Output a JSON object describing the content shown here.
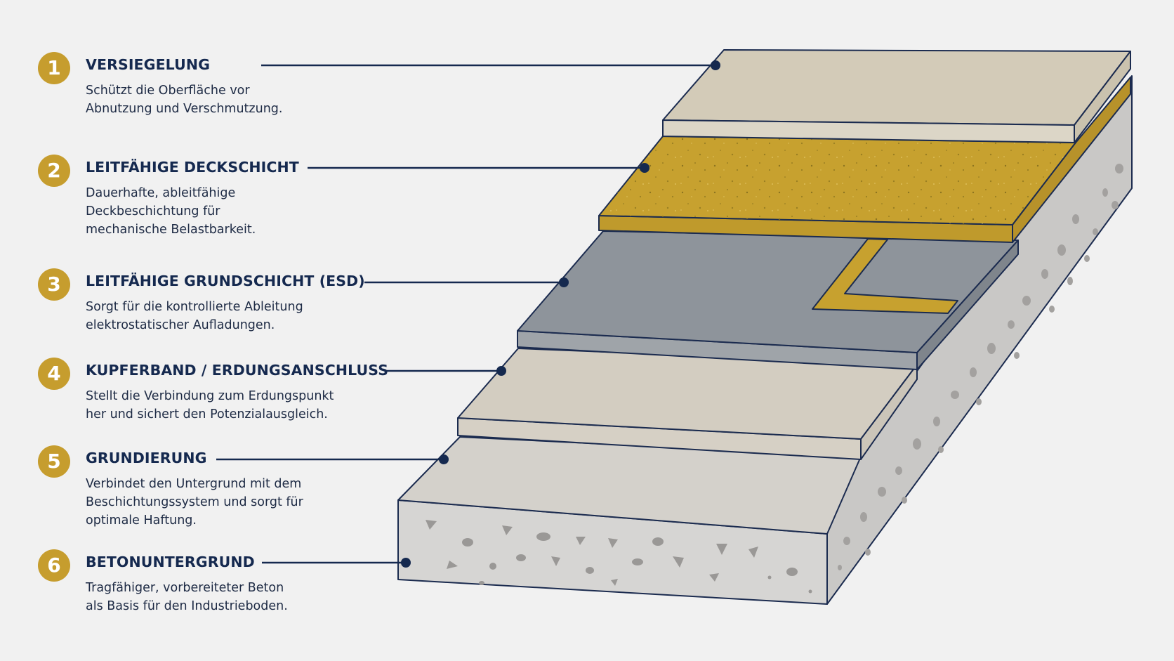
{
  "colors": {
    "background": "#f1f1f1",
    "navy": "#15294f",
    "badge_gold": "#c69d2e",
    "sealing_layer": "#d3cbb8",
    "conductive_top_layer": "#c7a12f",
    "conductive_base_layer": "#8e949b",
    "copper_strip": "#c7a12f",
    "primer_layer": "#d1cbbf",
    "concrete": "#d4d3d1"
  },
  "layers": [
    {
      "number": "1",
      "title": "VERSIEGELUNG",
      "lines": [
        "Schützt die Oberfläche vor",
        "Abnutzung und Verschmutzung."
      ]
    },
    {
      "number": "2",
      "title": "LEITFÄHIGE DECKSCHICHT",
      "lines": [
        "Dauerhafte, ableitfähige",
        "Deckbeschichtung für",
        "mechanische Belastbarkeit."
      ]
    },
    {
      "number": "3",
      "title": "LEITFÄHIGE GRUNDSCHICHT (ESD)",
      "lines": [
        "Sorgt für die kontrollierte Ableitung",
        "elektrostatischer Aufladungen."
      ]
    },
    {
      "number": "4",
      "title": "KUPFERBAND / ERDUNGSANSCHLUSS",
      "lines": [
        "Stellt die Verbindung zum Erdungspunkt",
        "her und sichert den Potenzialausgleich."
      ]
    },
    {
      "number": "5",
      "title": "GRUNDIERUNG",
      "lines": [
        "Verbindet den Untergrund mit dem",
        "Beschichtungssystem und sorgt für",
        "optimale Haftung."
      ]
    },
    {
      "number": "6",
      "title": "BETONUNTERGRUND",
      "lines": [
        "Tragfähiger, vorbereiteter Beton",
        "als Basis für den Industrieboden."
      ]
    }
  ]
}
